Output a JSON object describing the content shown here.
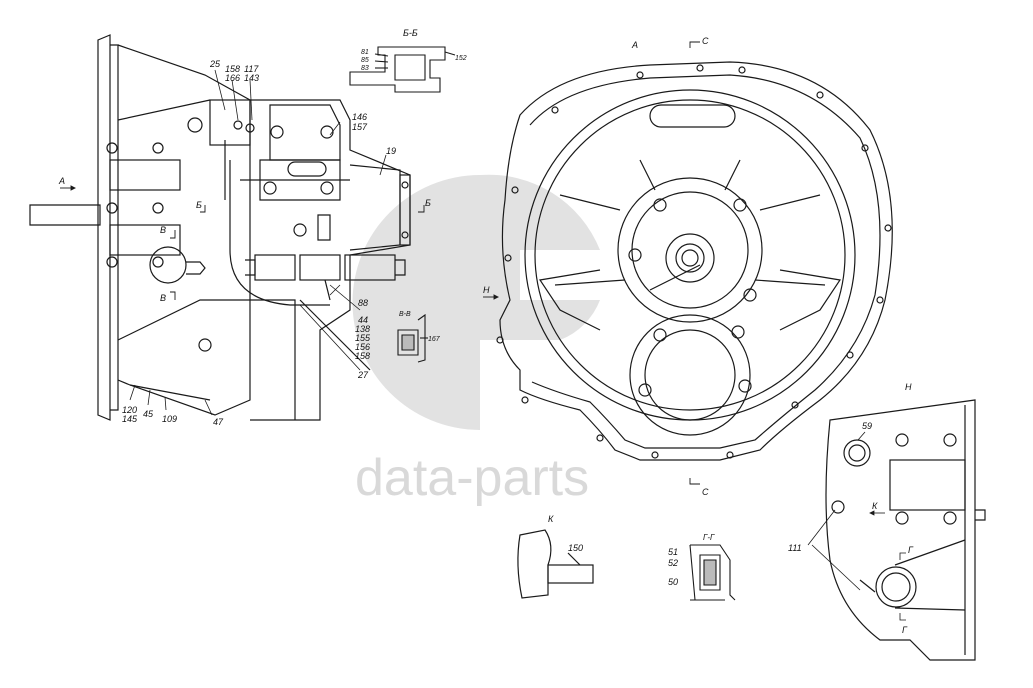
{
  "watermark": {
    "text": "data-parts"
  },
  "left_view": {
    "labels": [
      "25",
      "158",
      "166",
      "117",
      "143",
      "146",
      "157",
      "19",
      "88",
      "44",
      "138",
      "155",
      "156",
      "158",
      "27",
      "120",
      "145",
      "45",
      "109",
      "47"
    ],
    "section_marks": {
      "a": "А",
      "b_top": "Б",
      "b_right": "Б",
      "v_top": "В",
      "v_bottom": "В"
    }
  },
  "detail_bb": {
    "title": "Б-Б",
    "labels": [
      "81",
      "85",
      "83",
      "152"
    ]
  },
  "detail_vv": {
    "title": "В-В",
    "labels": [
      "167"
    ]
  },
  "view_a": {
    "title": "А",
    "section_marks": {
      "c_top": "С",
      "c_bottom": "С",
      "n": "Н"
    }
  },
  "view_n": {
    "title": "Н",
    "labels": [
      "59",
      "111"
    ],
    "section_marks": {
      "k": "К",
      "g_top": "Г",
      "g_bottom": "Г"
    }
  },
  "view_k": {
    "title": "К",
    "labels": [
      "150"
    ]
  },
  "detail_gg": {
    "title": "Г-Г",
    "labels": [
      "51",
      "52",
      "50"
    ]
  },
  "colors": {
    "line": "#1a1a1a",
    "watermark": "#d9d9d9"
  }
}
